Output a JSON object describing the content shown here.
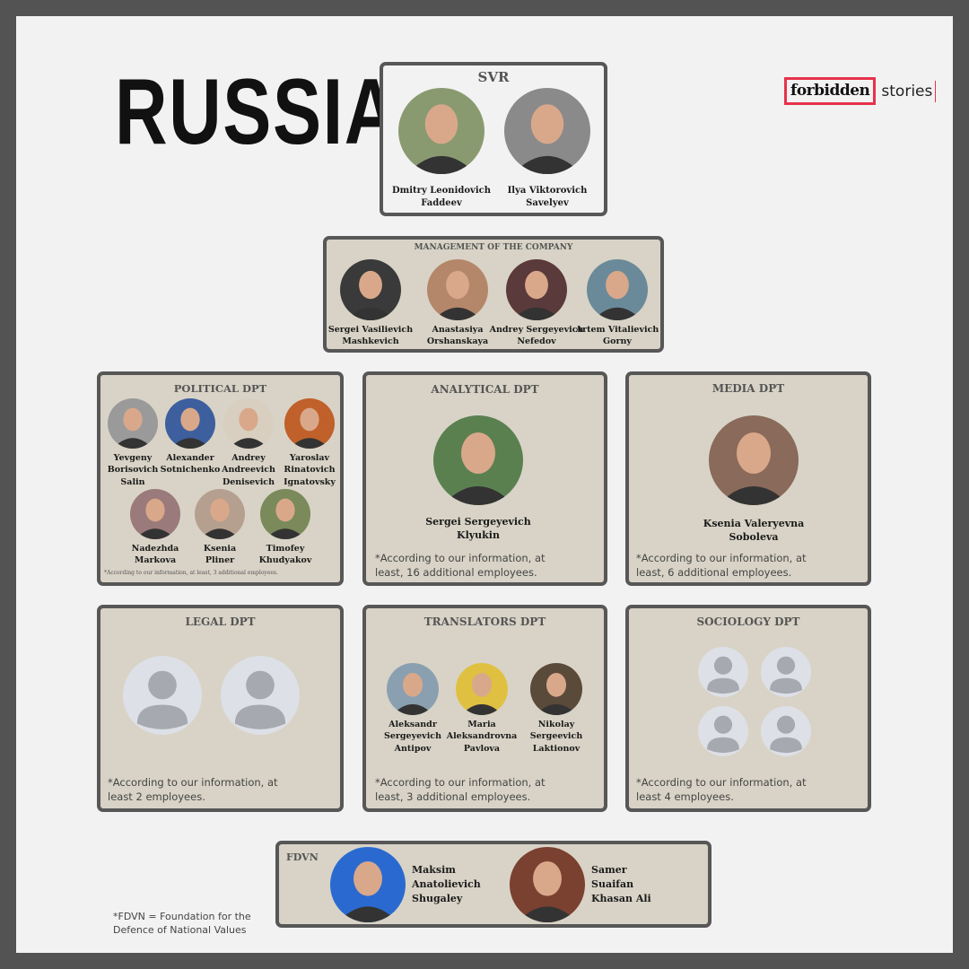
{
  "title": "RUSSIA",
  "logo": {
    "part1": "forbidden",
    "part2": "stories",
    "accent": "#e8324a"
  },
  "svr": {
    "title": "SVR",
    "people": [
      [
        "Dmitry Leonidovich",
        "Faddeev"
      ],
      [
        "Ilya Viktorovich",
        "Savelyev"
      ]
    ]
  },
  "management": {
    "title": "MANAGEMENT OF THE COMPANY",
    "people": [
      [
        "Sergei Vasilievich",
        "Mashkevich"
      ],
      [
        "Anastasiya",
        "Orshanskaya"
      ],
      [
        "Andrey Sergeyevich",
        "Nefedov"
      ],
      [
        "Artem Vitalievich",
        "Gorny"
      ]
    ]
  },
  "political": {
    "title": "POLITICAL DPT",
    "people": [
      [
        "Yevgeny",
        "Borisovich",
        "Salin"
      ],
      [
        "Alexander",
        "Sotnichenko"
      ],
      [
        "Andrey",
        "Andreevich",
        "Denisevich"
      ],
      [
        "Yaroslav",
        "Rinatovich",
        "Ignatovsky"
      ],
      [
        "Nadezhda",
        "Markova"
      ],
      [
        "Ksenia",
        "Pliner"
      ],
      [
        "Timofey",
        "Khudyakov"
      ]
    ],
    "note": "*According to our information, at least, 3 additional employees."
  },
  "analytical": {
    "title": "ANALYTICAL DPT",
    "people": [
      [
        "Sergei Sergeyevich",
        "Klyukin"
      ]
    ],
    "note": [
      "*According to our information, at",
      "least, 16 additional employees."
    ]
  },
  "media": {
    "title": "MEDIA DPT",
    "people": [
      [
        "Ksenia Valeryevna",
        "Soboleva"
      ]
    ],
    "note": [
      "*According to our information, at",
      "least, 6 additional employees."
    ]
  },
  "legal": {
    "title": "LEGAL DPT",
    "placeholders": 2,
    "note": [
      "*According to our information, at",
      "least 2 employees."
    ]
  },
  "translators": {
    "title": "TRANSLATORS DPT",
    "people": [
      [
        "Aleksandr",
        "Sergeyevich",
        "Antipov"
      ],
      [
        "Maria",
        "Aleksandrovna",
        "Pavlova"
      ],
      [
        "Nikolay",
        "Sergeevich",
        "Laktionov"
      ]
    ],
    "note": [
      "*According to our information, at",
      "least, 3 additional employees."
    ]
  },
  "sociology": {
    "title": "SOCIOLOGY DPT",
    "placeholders": 4,
    "note": [
      "*According to our information, at",
      "least 4 employees."
    ]
  },
  "fdvn": {
    "title": "FDVN",
    "people": [
      [
        "Maksim",
        "Anatolievich",
        "Shugaley"
      ],
      [
        "Samer",
        "Suaifan",
        "Khasan Ali"
      ]
    ]
  },
  "footnote": [
    "*FDVN = Foundation for the",
    "Defence of National Values"
  ]
}
